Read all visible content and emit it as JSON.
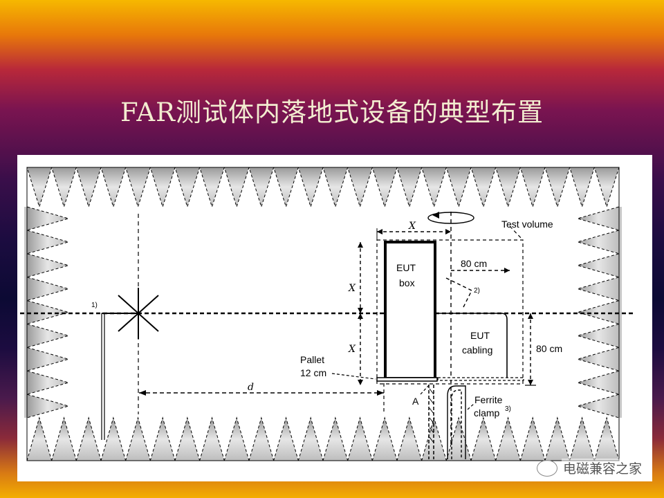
{
  "slide": {
    "title": "FAR测试体内落地式设备的典型布置"
  },
  "diagram": {
    "labels": {
      "test_volume": "Test volume",
      "eut_box": [
        "EUT",
        "box"
      ],
      "eut_cabling": [
        "EUT",
        "cabling"
      ],
      "dim_80cm_top": "80 cm",
      "dim_80cm_right": "80 cm",
      "x_top": "X",
      "x_upper": "X",
      "x_lower": "X",
      "pallet": [
        "Pallet",
        "12 cm"
      ],
      "distance": "d",
      "point_a": "A",
      "ferrite": [
        "Ferrite",
        "clamp"
      ],
      "note_1": "1)",
      "note_2": "2)",
      "note_3": "3)"
    },
    "colors": {
      "absorber": "#c8c8c8",
      "lines": "#000000"
    }
  },
  "watermark": {
    "text": "电磁兼容之家",
    "icon": "wechat-icon"
  }
}
